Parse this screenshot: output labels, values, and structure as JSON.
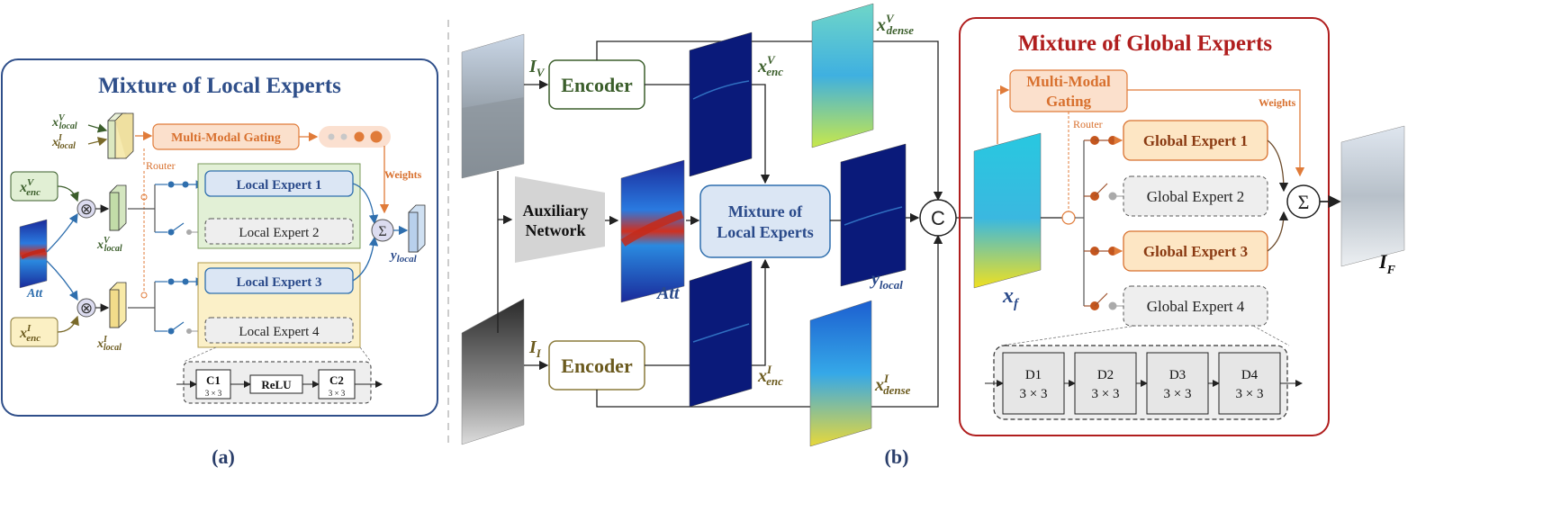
{
  "panel_a": {
    "title": "Mixture of Local Experts",
    "gating": "Multi-Modal Gating",
    "router": "Router",
    "weights": "Weights",
    "inputs": {
      "x_local_v": "x",
      "x_local_i": "x",
      "x_enc_v": "x",
      "x_enc_i": "x",
      "att": "Att"
    },
    "sup_v": "V",
    "sup_i": "I",
    "sub_local": "local",
    "sub_enc": "enc",
    "y_local": "y",
    "experts": [
      "Local Expert 1",
      "Local Expert 2",
      "Local Expert 3",
      "Local Expert 4"
    ],
    "sigma": "Σ",
    "ops": {
      "otimes": "⊗"
    },
    "layers": [
      {
        "name": "C1",
        "size": "3 × 3"
      },
      {
        "name": "ReLU",
        "size": ""
      },
      {
        "name": "C2",
        "size": "3 × 3"
      }
    ],
    "caption": "(a)"
  },
  "panel_b": {
    "i_v": "I",
    "sub_v": "V",
    "i_i": "I",
    "sub_i": "I",
    "encoder": "Encoder",
    "auxiliary": [
      "Auxiliary",
      "Network"
    ],
    "att": "Att",
    "mole": [
      "Mixture of",
      "Local Experts"
    ],
    "x_enc_v": "x",
    "x_enc_i": "x",
    "x_dense_v": "x",
    "x_dense_i": "x",
    "sup_v": "V",
    "sup_i": "I",
    "sub_enc": "enc",
    "sub_dense": "dense",
    "y_local": "y",
    "sub_local": "local",
    "concat": "C",
    "caption": "(b)"
  },
  "panel_global": {
    "title": "Mixture of Global Experts",
    "gating": [
      "Multi-Modal",
      "Gating"
    ],
    "router": "Router",
    "weights": "Weights",
    "x_f": "x",
    "sub_f": "f",
    "experts": [
      "Global Expert 1",
      "Global Expert 2",
      "Global Expert 3",
      "Global Expert 4"
    ],
    "sigma": "Σ",
    "i_f": "I",
    "sub_out": "F",
    "layers": [
      {
        "name": "D1",
        "size": "3 × 3"
      },
      {
        "name": "D2",
        "size": "3 × 3"
      },
      {
        "name": "D3",
        "size": "3 × 3"
      },
      {
        "name": "D4",
        "size": "3 × 3"
      }
    ]
  },
  "colors": {
    "blue_frame": "#2f4f8a",
    "red_frame": "#b01e1e",
    "orange": "#e07b39",
    "green_text": "#3b5e2b",
    "olive_text": "#6b5a1e",
    "navy_text": "#2a4a8a"
  }
}
